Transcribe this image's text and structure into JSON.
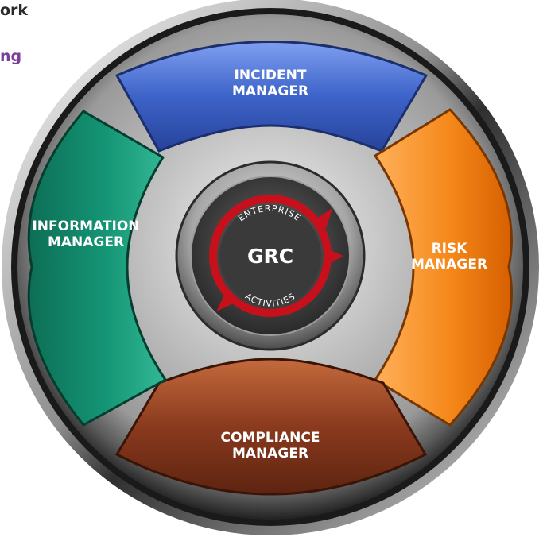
{
  "header": {
    "line1": "ork",
    "line2": "ng"
  },
  "wheel": {
    "top_segment": {
      "line1": "INCIDENT",
      "line2": "MANAGER",
      "color": "#3d63c9"
    },
    "right_segment": {
      "line1": "RISK",
      "line2": "MANAGER",
      "color": "#ee7a10"
    },
    "bottom_segment": {
      "line1": "COMPLIANCE",
      "line2": "MANAGER",
      "color": "#8a3a1e"
    },
    "left_segment": {
      "line1": "INFORMATION",
      "line2": "MANAGER",
      "color": "#11866a"
    },
    "center": {
      "title": "GRC",
      "arc_top": "ENTERPRISE",
      "arc_bottom": "ACTIVITIES",
      "ring_color": "#c8101c"
    }
  }
}
